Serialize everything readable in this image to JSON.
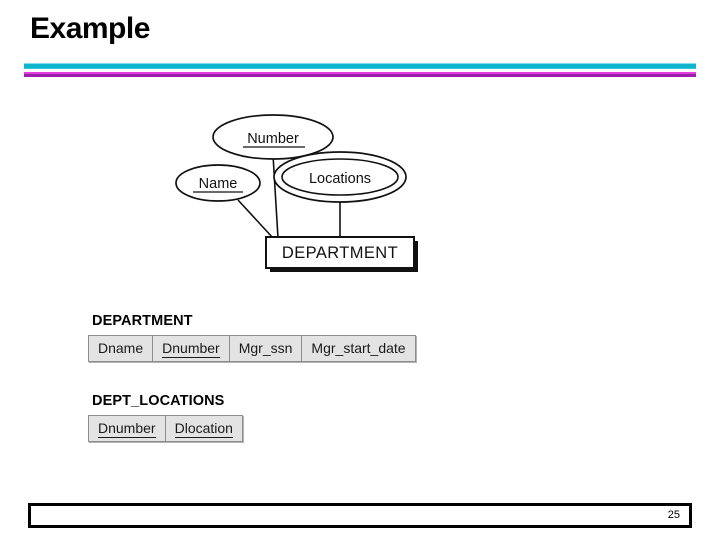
{
  "slide": {
    "title": "Example",
    "page_number": "25"
  },
  "divider": {
    "cyan_light": "#7fdff2",
    "cyan": "#0fb4cd",
    "cyan_edge": "#35c6dd",
    "magenta": "#e23ce2",
    "purple": "#9b1fa8"
  },
  "er_diagram": {
    "entity": {
      "label": "DEPARTMENT",
      "type": "entity-box",
      "shadow": true
    },
    "attributes": [
      {
        "label": "Number",
        "type": "key-attribute",
        "underlined": true,
        "double_ellipse": false
      },
      {
        "label": "Name",
        "type": "key-attribute",
        "underlined": true,
        "double_ellipse": false
      },
      {
        "label": "Locations",
        "type": "multivalued-attribute",
        "underlined": false,
        "double_ellipse": true
      }
    ]
  },
  "relations": [
    {
      "name": "DEPARTMENT",
      "columns": [
        {
          "label": "Dname",
          "primary_key": false
        },
        {
          "label": "Dnumber",
          "primary_key": true
        },
        {
          "label": "Mgr_ssn",
          "primary_key": false
        },
        {
          "label": "Mgr_start_date",
          "primary_key": false
        }
      ]
    },
    {
      "name": "DEPT_LOCATIONS",
      "columns": [
        {
          "label": "Dnumber",
          "primary_key": true
        },
        {
          "label": "Dlocation",
          "primary_key": true
        }
      ]
    }
  ]
}
